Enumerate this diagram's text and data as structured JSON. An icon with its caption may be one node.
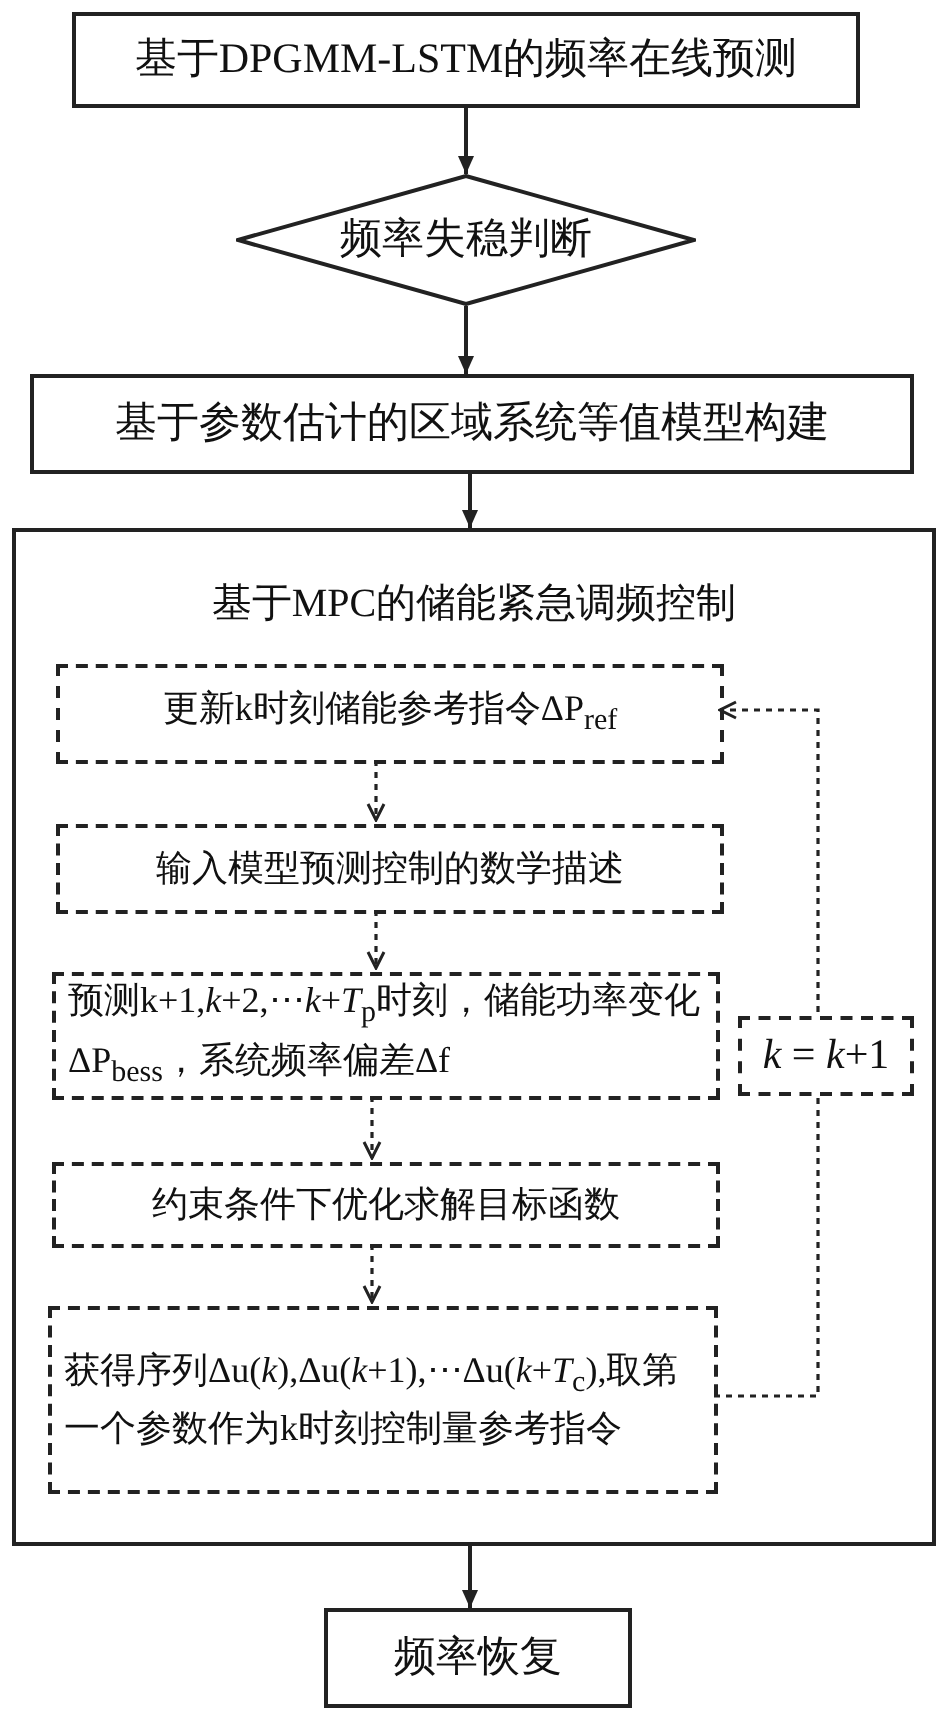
{
  "diagram": {
    "nodes": [
      {
        "text": [
          "基于DPGMM-LSTM的频率在线预测"
        ]
      },
      {
        "text": [
          "频率失稳判断"
        ]
      },
      {
        "text": [
          "基于参数估计的区域系统等值模型构建"
        ]
      },
      {
        "text": [
          "基于MPC的储能紧急调频控制"
        ]
      },
      {
        "text": [
          "更新k时刻储能参考指令ΔP$_{ref}$"
        ],
        "in": 3
      },
      {
        "text": [
          "输入模型预测控制的数学描述"
        ],
        "in": 3
      },
      {
        "text": [
          "预测k+1,*k*+2,⋯*k*+*T*$_{p}$时刻，储能功率变化ΔP$_{bess}$，系统频率偏差Δf"
        ],
        "in": 3
      },
      {
        "text": [
          "约束条件下优化求解目标函数"
        ],
        "in": 3
      },
      {
        "text": [
          "获得序列Δu(*k*),Δu(*k*+1),⋯Δu(*k*+*T*$_{c}$),取第一个参数作为k时刻控制量参考指令"
        ],
        "in": 3
      },
      {
        "text": [
          "*k* = *k*+1"
        ],
        "in": 3
      },
      {
        "text": [
          "频率恢复"
        ]
      }
    ],
    "edges": [
      {
        "from": 0,
        "to": 1,
        "arrow": "to"
      },
      {
        "from": 1,
        "to": 2,
        "arrow": "to"
      },
      {
        "from": 2,
        "to": 3,
        "arrow": "to"
      },
      {
        "from": 4,
        "to": 5,
        "arrow": "to",
        "style": "dashed"
      },
      {
        "from": 5,
        "to": 6,
        "arrow": "to",
        "style": "dashed"
      },
      {
        "from": 6,
        "to": 7,
        "arrow": "to",
        "style": "dashed"
      },
      {
        "from": 7,
        "to": 8,
        "arrow": "to",
        "style": "dashed"
      },
      {
        "from": 8,
        "to": 9,
        "arrow": "none",
        "style": "dashed"
      },
      {
        "from": 9,
        "to": 4,
        "arrow": "to",
        "style": "dashed"
      },
      {
        "from": 3,
        "to": 10,
        "arrow": "to"
      }
    ]
  }
}
